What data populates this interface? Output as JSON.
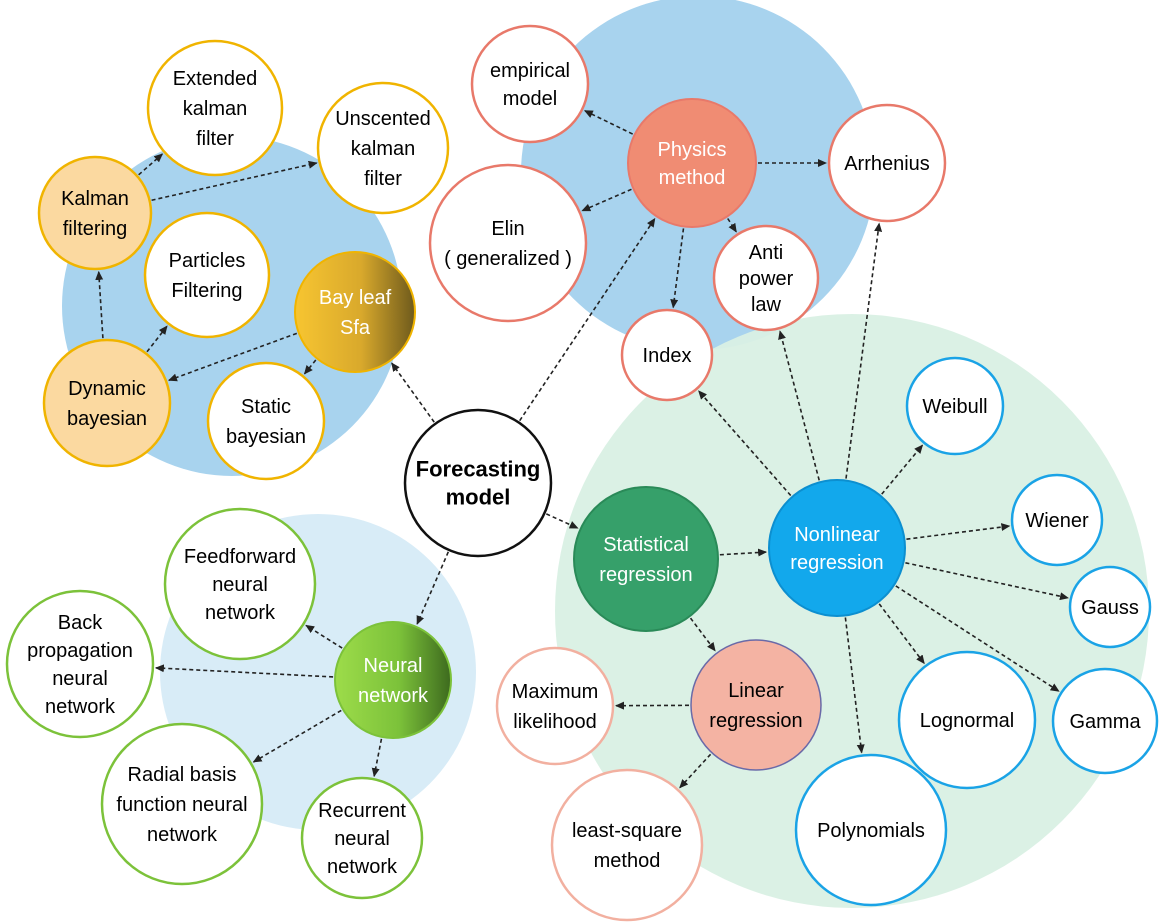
{
  "colors": {
    "blue_bg": "#a8d3ee",
    "lightblue_bg": "#d8ecf7",
    "green_bg": "#d9f0e4",
    "orange_stroke": "#f0b400",
    "salmon_stroke": "#e8796a",
    "pink_stroke": "#f2b0a0",
    "cyan_stroke": "#1aa3e6",
    "green_stroke": "#7cc23a",
    "arrow": "#222222"
  },
  "nodes": {
    "forecasting": {
      "lines": [
        "Forecasting",
        "model"
      ]
    },
    "physics": {
      "lines": [
        "Physics",
        "method"
      ]
    },
    "empirical": {
      "lines": [
        "empirical",
        "model"
      ]
    },
    "arrhenius": {
      "lines": [
        "Arrhenius"
      ]
    },
    "elin": {
      "lines": [
        "Elin",
        "( generalized )"
      ]
    },
    "antipower": {
      "lines": [
        "Anti",
        "power",
        "law"
      ]
    },
    "index": {
      "lines": [
        "Index"
      ]
    },
    "kalman": {
      "lines": [
        "Kalman",
        "filtering"
      ]
    },
    "ekf": {
      "lines": [
        "Extended",
        "kalman",
        "filter"
      ]
    },
    "ukf": {
      "lines": [
        "Unscented",
        "kalman",
        "filter"
      ]
    },
    "particles": {
      "lines": [
        "Particles",
        "Filtering"
      ]
    },
    "bayleaf": {
      "lines": [
        "Bay leaf",
        "Sfa"
      ]
    },
    "dynbayes": {
      "lines": [
        "Dynamic",
        "bayesian"
      ]
    },
    "staticbayes": {
      "lines": [
        "Static",
        "bayesian"
      ]
    },
    "statistical": {
      "lines": [
        "Statistical",
        "regression"
      ]
    },
    "nonlinear": {
      "lines": [
        "Nonlinear",
        "regression"
      ]
    },
    "weibull": {
      "lines": [
        "Weibull"
      ]
    },
    "wiener": {
      "lines": [
        "Wiener"
      ]
    },
    "gauss": {
      "lines": [
        "Gauss"
      ]
    },
    "gamma": {
      "lines": [
        "Gamma"
      ]
    },
    "lognormal": {
      "lines": [
        "Lognormal"
      ]
    },
    "polynomials": {
      "lines": [
        "Polynomials"
      ]
    },
    "linear": {
      "lines": [
        "Linear",
        "regression"
      ]
    },
    "maxlik": {
      "lines": [
        "Maximum",
        "likelihood"
      ]
    },
    "leastsq": {
      "lines": [
        "least-square",
        "method"
      ]
    },
    "neural": {
      "lines": [
        "Neural",
        "network"
      ]
    },
    "feedforward": {
      "lines": [
        "Feedforward",
        "neural",
        "network"
      ]
    },
    "backprop": {
      "lines": [
        "Back",
        "propagation",
        "neural",
        "network"
      ]
    },
    "rbf": {
      "lines": [
        "Radial basis",
        "function neural",
        "network"
      ]
    },
    "recurrent": {
      "lines": [
        "Recurrent",
        "neural",
        "network"
      ]
    }
  },
  "edges": [
    [
      "forecasting",
      "bayleaf"
    ],
    [
      "forecasting",
      "physics"
    ],
    [
      "forecasting",
      "statistical"
    ],
    [
      "forecasting",
      "neural"
    ],
    [
      "physics",
      "empirical"
    ],
    [
      "physics",
      "arrhenius"
    ],
    [
      "physics",
      "elin"
    ],
    [
      "physics",
      "antipower"
    ],
    [
      "physics",
      "index"
    ],
    [
      "kalman",
      "ekf"
    ],
    [
      "kalman",
      "ukf"
    ],
    [
      "dynbayes",
      "kalman"
    ],
    [
      "dynbayes",
      "particles"
    ],
    [
      "bayleaf",
      "dynbayes"
    ],
    [
      "bayleaf",
      "staticbayes"
    ],
    [
      "statistical",
      "nonlinear"
    ],
    [
      "statistical",
      "linear"
    ],
    [
      "nonlinear",
      "weibull"
    ],
    [
      "nonlinear",
      "wiener"
    ],
    [
      "nonlinear",
      "gauss"
    ],
    [
      "nonlinear",
      "gamma"
    ],
    [
      "nonlinear",
      "lognormal"
    ],
    [
      "nonlinear",
      "polynomials"
    ],
    [
      "nonlinear",
      "index"
    ],
    [
      "nonlinear",
      "antipower"
    ],
    [
      "nonlinear",
      "arrhenius"
    ],
    [
      "linear",
      "maxlik"
    ],
    [
      "linear",
      "leastsq"
    ],
    [
      "neural",
      "feedforward"
    ],
    [
      "neural",
      "backprop"
    ],
    [
      "neural",
      "rbf"
    ],
    [
      "neural",
      "recurrent"
    ]
  ]
}
